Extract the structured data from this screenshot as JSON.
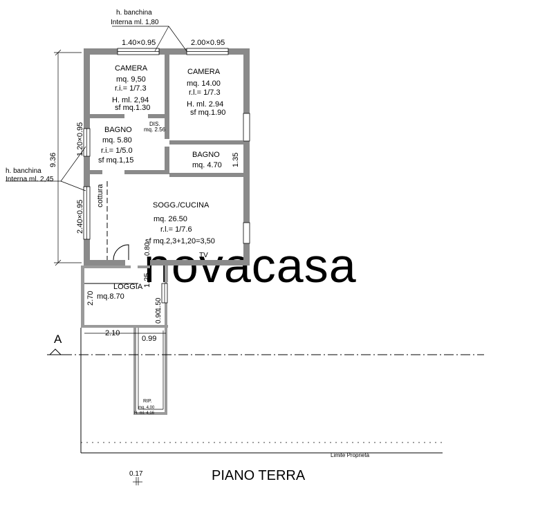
{
  "watermark": "novacasa",
  "title": "PIANO TERRA",
  "section_marker": "A",
  "annotations": {
    "banchina_top_line1": "h. banchina",
    "banchina_top_line2": "Interna ml. 1,80",
    "banchina_left_line1": "h. banchina",
    "banchina_left_line2": "Interna ml. 2,45",
    "limite_proprieta": "Limite Proprietà",
    "bottom_dim": "0.17"
  },
  "dimensions": {
    "top_left_window": "1.40×0.95",
    "top_right_window": "2.00×0.95",
    "overall_height": "9.36",
    "bagno_window": "1.20×0.95",
    "sogg_window": "2.40×0.95",
    "bagno2_side": "1.35",
    "door_080": "0.80",
    "loggia_125": "1.25",
    "loggia_270": "2.70",
    "loggia_150": "1.50",
    "loggia_090": "0.90",
    "width_210": "2.10",
    "width_099": "0.99"
  },
  "rooms": {
    "camera1": {
      "name": "CAMERA",
      "area": "mq. 9,50",
      "ri": "r.i.= 1/7.3",
      "h": "H. ml. 2,94",
      "sf": "sf mq.1.30"
    },
    "camera2": {
      "name": "CAMERA",
      "area": "mq. 14.00",
      "ri": "r.l.= 1/7.3",
      "h": "H. ml. 2.94",
      "sf": "sf mq.1.90"
    },
    "dis": {
      "name": "DIS.",
      "area": "mq. 2.56"
    },
    "bagno1": {
      "name": "BAGNO",
      "area": "mq. 5.80",
      "ri": "r.i.= 1/5.0",
      "sf": "sf mq.1,15"
    },
    "bagno2": {
      "name": "BAGNO",
      "area": "mq. 4.70"
    },
    "sogg": {
      "name": "SOGG./CUCINA",
      "area": "mq. 26.50",
      "ri": "r.l.= 1/7.6",
      "sf": "sf mq.2,3+1,20=3,50",
      "tv": "TV"
    },
    "cottura": {
      "label": "cottura"
    },
    "loggia": {
      "name": "LOGGIA",
      "area": "mq.8.70"
    },
    "rip": {
      "name": "RIP.",
      "area": "mq. 4,00",
      "h": "H. ml. 4,16"
    }
  }
}
